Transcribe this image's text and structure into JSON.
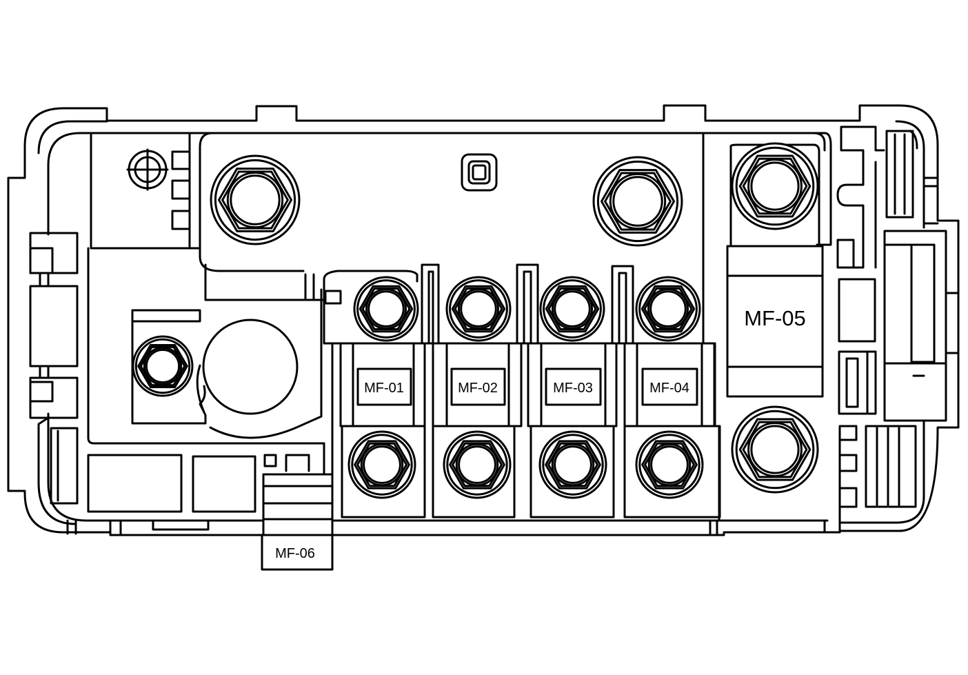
{
  "diagram": {
    "fuses": [
      {
        "id": "mf01",
        "label": "MF-01"
      },
      {
        "id": "mf02",
        "label": "MF-02"
      },
      {
        "id": "mf03",
        "label": "MF-03"
      },
      {
        "id": "mf04",
        "label": "MF-04"
      },
      {
        "id": "mf05",
        "label": "MF-05"
      },
      {
        "id": "mf06",
        "label": "MF-06"
      }
    ],
    "colors": {
      "line": "#000000",
      "background": "#ffffff"
    }
  }
}
